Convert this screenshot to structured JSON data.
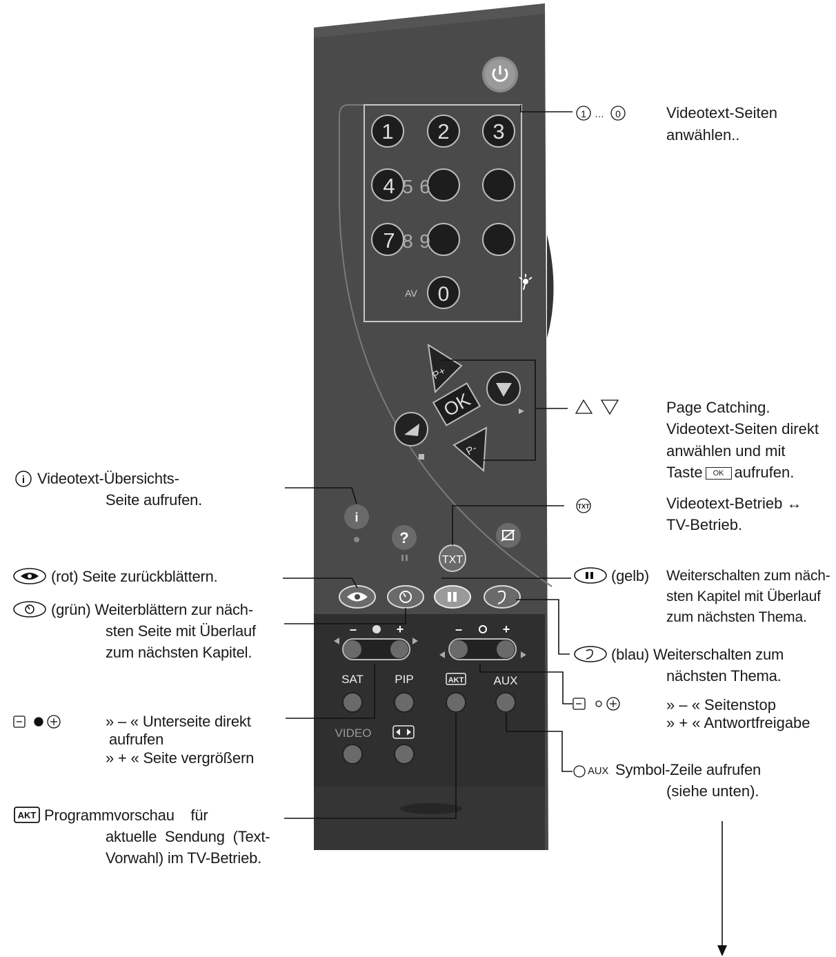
{
  "remote": {
    "digits": [
      "1",
      "2",
      "3",
      "4",
      "5",
      "6",
      "7",
      "8",
      "9",
      "0"
    ],
    "av_label": "AV",
    "p_plus": "P+",
    "p_minus": "P-",
    "ok": "OK",
    "question": "?",
    "txt": "TXT",
    "sat": "SAT",
    "pip": "PIP",
    "akt": "AKT",
    "aux": "AUX",
    "video": "VIDEO",
    "minus": "–",
    "plus": "+"
  },
  "colors": {
    "body": "#4a4a4a",
    "body_dark": "#3a3a3a",
    "lower_panel": "#2f2f2f",
    "button_black": "#1d1d1d",
    "button_grey": "#6a6a6a",
    "label_text": "#1a1a1a"
  },
  "annotations": {
    "digits": {
      "symbol": "①…⓪",
      "text1": "Videotext-Seiten",
      "text2": "anwählen.."
    },
    "page_catching": {
      "line1": "Page Catching.",
      "line2": "Videotext-Seiten direkt",
      "line3": "anwählen und mit",
      "line4a": "Taste",
      "ok_key": "OK",
      "line4b": "aufrufen."
    },
    "txt": {
      "text1": "Videotext-Betrieb ↔",
      "text2": "TV-Betrieb."
    },
    "yellow": {
      "symbol_text": "(gelb)",
      "line1": "Weiterschalten zum näch-",
      "line2": "sten Kapitel mit Überlauf",
      "line3": "zum nächsten Thema."
    },
    "blue": {
      "line1": "(blau) Weiterschalten zum",
      "line2": "nächsten Thema."
    },
    "brightness": {
      "line1": "» – « Seitenstop",
      "line2": "» + « Antwortfreigabe"
    },
    "aux": {
      "prefix": "AUX",
      "line1": "Symbol-Zeile aufrufen",
      "line2": "(siehe unten)."
    },
    "info": {
      "line1": "Videotext-Übersichts-",
      "line2": "Seite aufrufen."
    },
    "red": {
      "line1": "(rot) Seite zurückblättern."
    },
    "green": {
      "line1": "(grün) Weiterblättern zur näch-",
      "line2": "sten Seite mit Überlauf",
      "line3": "zum nächsten Kapitel."
    },
    "subpage": {
      "line1": "» – « Unterseite direkt",
      "line2": "aufrufen",
      "line3": "» + « Seite vergrößern"
    },
    "akt": {
      "line1": "Programmvorschau    für",
      "line2": "aktuelle  Sendung  (Text-",
      "line3": "Vorwahl) im TV-Betrieb."
    }
  }
}
